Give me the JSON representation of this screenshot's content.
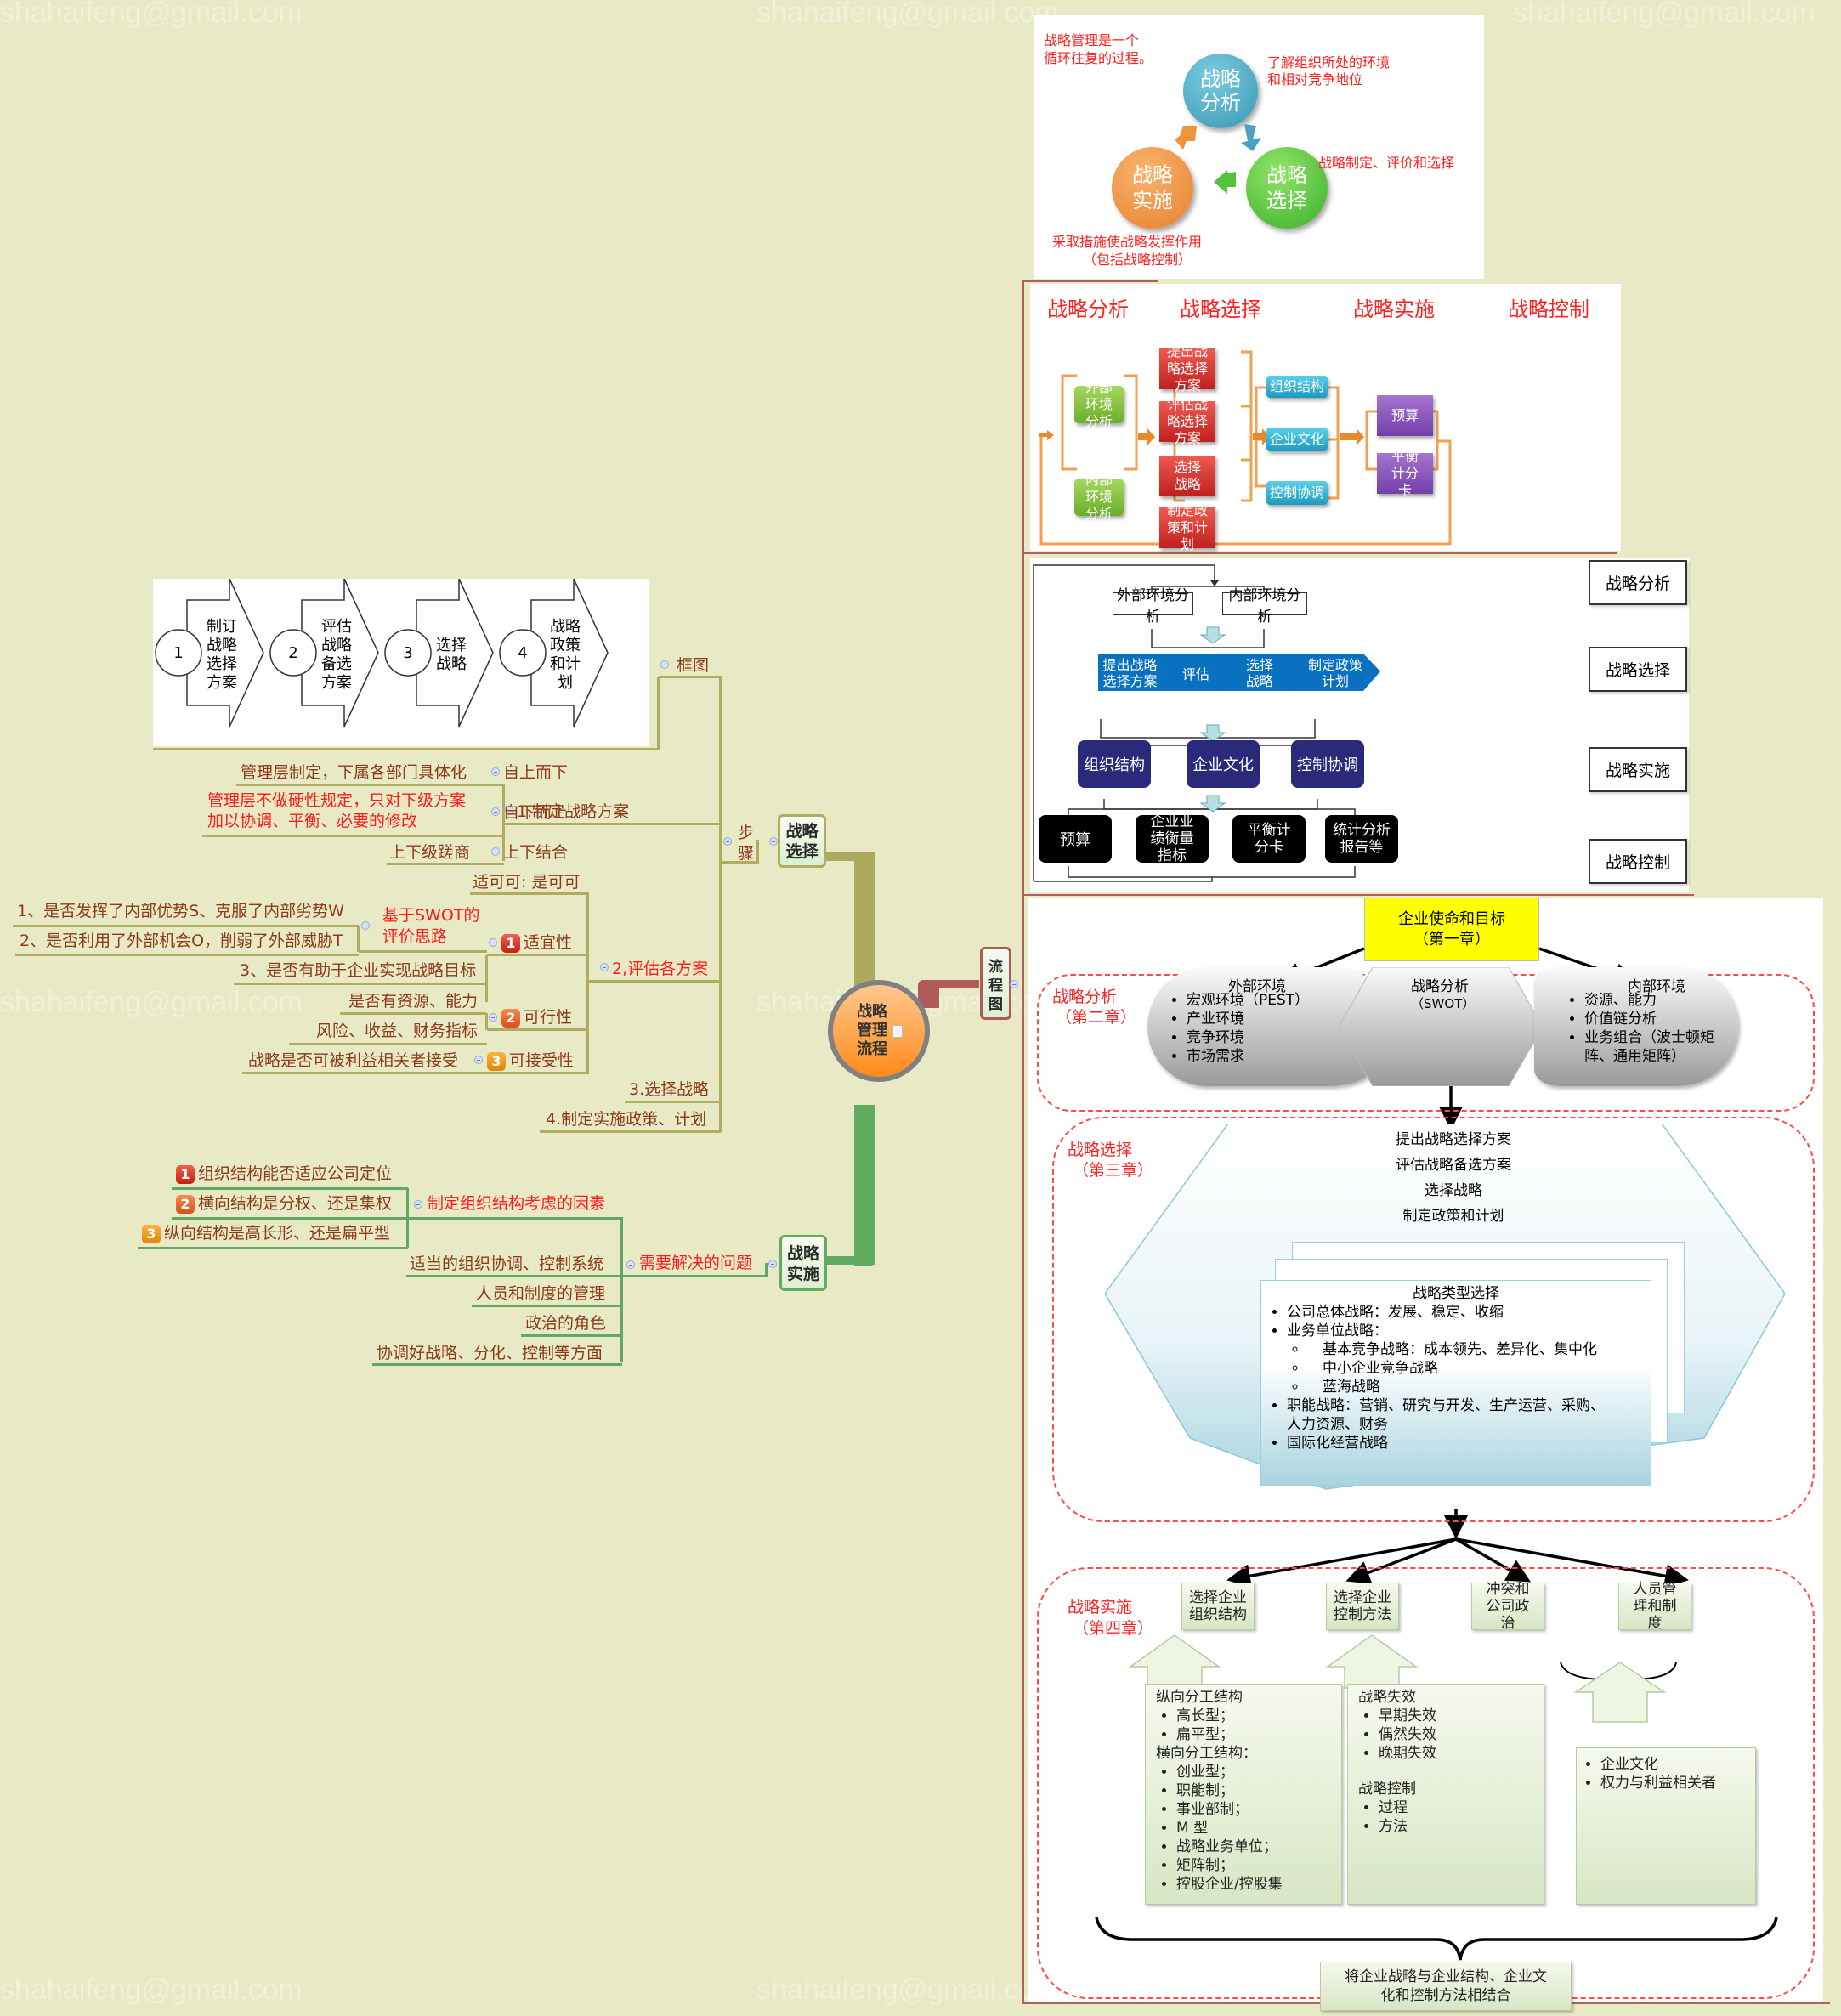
{
  "watermark": "shahaifeng@gmail.com",
  "mindmap": {
    "central": "战略管理流程",
    "branch_select": "战略选择",
    "branch_implement": "战略实施",
    "branch_flowchart": "流程图",
    "steps_label": "步骤",
    "frame_label": "框图",
    "frame_steps": [
      {
        "num": "1",
        "text": "制订战略选择方案"
      },
      {
        "num": "2",
        "text": "评估战略备选方案"
      },
      {
        "num": "3",
        "text": "选择战略"
      },
      {
        "num": "4",
        "text": "战略政策和计划"
      }
    ],
    "step1": {
      "label": "1.制定战略方案",
      "items": [
        {
          "label": "自上而下",
          "desc": "管理层制定，下属各部门具体化"
        },
        {
          "label": "自下而上",
          "desc_line1": "管理层不做硬性规定，只对下级方案",
          "desc_line2": "加以协调、平衡、必要的修改"
        },
        {
          "label": "上下结合",
          "desc": "上下级蹉商"
        }
      ]
    },
    "step2": {
      "label": "2,评估各方案",
      "note": "适可可: 是可可",
      "suitability": {
        "badge": "1",
        "label": "适宜性",
        "swot_line1": "基于SWOT的",
        "swot_line2": "评价思路",
        "swot_items": [
          "1、是否发挥了内部优势S、克服了内部劣势W",
          "2、是否利用了外部机会O，削弱了外部威胁T"
        ],
        "item3": "3、是否有助于企业实现战略目标"
      },
      "feasibility": {
        "badge": "2",
        "label": "可行性",
        "items": [
          "是否有资源、能力",
          "风险、收益、财务指标"
        ]
      },
      "acceptability": {
        "badge": "3",
        "label": "可接受性",
        "item": "战略是否可被利益相关者接受"
      }
    },
    "step3": "3.选择战略",
    "step4": "4.制定实施政策、计划",
    "impl": {
      "problems_label": "需要解决的问题",
      "factors_label": "制定组织结构考虑的因素",
      "factors": [
        {
          "badge": "1",
          "text": "组织结构能否适应公司定位"
        },
        {
          "badge": "2",
          "text": "横向结构是分权、还是集权"
        },
        {
          "badge": "3",
          "text": "纵向结构是高长形、还是扁平型"
        }
      ],
      "problems": [
        "适当的组织协调、控制系统",
        "人员和制度的管理",
        "政治的角色",
        "协调好战略、分化、控制等方面"
      ]
    }
  },
  "cycle_panel": {
    "note_line1": "战略管理是一个",
    "note_line2": "循环往复的过程。",
    "analysis": "战略分析",
    "choice": "战略选择",
    "implement": "战略实施",
    "analysis_desc_line1": "了解组织所处的环境",
    "analysis_desc_line2": "和相对竞争地位",
    "choice_desc": "战略制定、评价和选择",
    "impl_desc_line1": "采取措施使战略发挥作用",
    "impl_desc_line2": "（包括战略控制）",
    "colors": {
      "analysis": "#4aa8c4",
      "choice": "#52c43a",
      "implement": "#f0943c"
    }
  },
  "flow_panel": {
    "headers": [
      "战略分析",
      "战略选择",
      "战略实施",
      "战略控制"
    ],
    "analysis": [
      "外部环境分析",
      "内部环境分析"
    ],
    "choice": [
      "提出战略选择方案",
      "评估战略选择方案",
      "选择战略",
      "制定政策和计划"
    ],
    "implement": [
      "组织结构",
      "企业文化",
      "控制协调"
    ],
    "control": [
      "预算",
      "平衡计分卡"
    ]
  },
  "block_panel": {
    "analysis": [
      "外部环境分析",
      "内部环境分析"
    ],
    "choice": [
      "提出战略选择方案",
      "评估",
      "选择战略",
      "制定政策计划"
    ],
    "implement": [
      "组织结构",
      "企业文化",
      "控制协调"
    ],
    "control": [
      "预算",
      "企业业绩衡量指标",
      "平衡计分卡",
      "统计分析报告等"
    ],
    "side_labels": [
      "战略分析",
      "战略选择",
      "战略实施",
      "战略控制"
    ]
  },
  "chapter_panel": {
    "mission_line1": "企业使命和目标",
    "mission_line2": "（第一章）",
    "analysis_label_line1": "战略分析",
    "analysis_label_line2": "（第二章）",
    "external_title": "外部环境",
    "external_items": [
      "宏观环境（PEST）",
      "产业环境",
      "竞争环境",
      "市场需求"
    ],
    "swot_title": "战略分析",
    "swot_sub": "（SWOT）",
    "internal_title": "内部环境",
    "internal_items": [
      "资源、能力",
      "价值链分析",
      "业务组合（波士顿矩阵、通用矩阵）"
    ],
    "choice_label_line1": "战略选择",
    "choice_label_line2": "（第三章）",
    "choice_steps": [
      "提出战略选择方案",
      "评估战略备选方案",
      "选择战略",
      "制定政策和计划"
    ],
    "types_title": "战略类型选择",
    "types": {
      "corporate": "公司总体战略：发展、稳定、收缩",
      "business": "业务单位战略：",
      "business_sub": [
        "基本竞争战略：成本领先、差异化、集中化",
        "中小企业竞争战略",
        "蓝海战略"
      ],
      "functional_line1": "职能战略：营销、研究与开发、生产运营、采购、",
      "functional_line2": "人力资源、财务",
      "international": "国际化经营战略"
    },
    "impl_label_line1": "战略实施",
    "impl_label_line2": "（第四章）",
    "impl_boxes": [
      "选择企业组织结构",
      "选择企业控制方法",
      "冲突和公司政治",
      "人员管理和制度"
    ],
    "org_vertical": "纵向分工结构",
    "org_vertical_items": [
      "高长型；",
      "扁平型；"
    ],
    "org_horizontal": "横向分工结构：",
    "org_horizontal_items": [
      "创业型；",
      "职能制；",
      "事业部制；",
      "M 型",
      "战略业务单位；",
      "矩阵制；",
      "控股企业/控股集"
    ],
    "failure_title": "战略失效",
    "failure_items": [
      "早期失效",
      "偶然失效",
      "晚期失效"
    ],
    "control_title": "战略控制",
    "control_items": [
      "过程",
      "方法"
    ],
    "culture_items": [
      "企业文化",
      "权力与利益相关者"
    ],
    "combine_line1": "将企业战略与企业结构、企业文",
    "combine_line2": "化和控制方法相结合"
  }
}
